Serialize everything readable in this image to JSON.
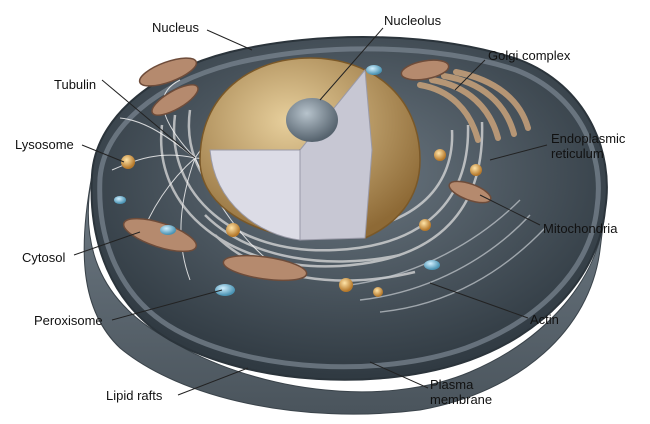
{
  "labels": {
    "nucleus": "Nucleus",
    "nucleolus": "Nucleolus",
    "golgi": "Golgi complex",
    "tubulin": "Tubulin",
    "er_line1": "Endoplasmic",
    "er_line2": "reticulum",
    "lysosome": "Lysosome",
    "mitochondria": "Mitochondria",
    "cytosol": "Cytosol",
    "peroxisome": "Peroxisome",
    "actin": "Actin",
    "lipid_rafts": "Lipid rafts",
    "plasma_line1": "Plasma",
    "plasma_line2": "membrane"
  },
  "colors": {
    "background": "#ffffff",
    "membrane": "#5f6a73",
    "cytoplasm": "#3f4a53",
    "nucleus_shell": "#c9a56a",
    "nucleus_cut": "#d9d9e3",
    "nucleolus": "#7d8c99",
    "golgi": "#c9a27a",
    "mitochondria": "#b58a6e",
    "lysosome": "#d9a44a",
    "peroxisome": "#7fb6d0",
    "leader_line": "#222222"
  }
}
